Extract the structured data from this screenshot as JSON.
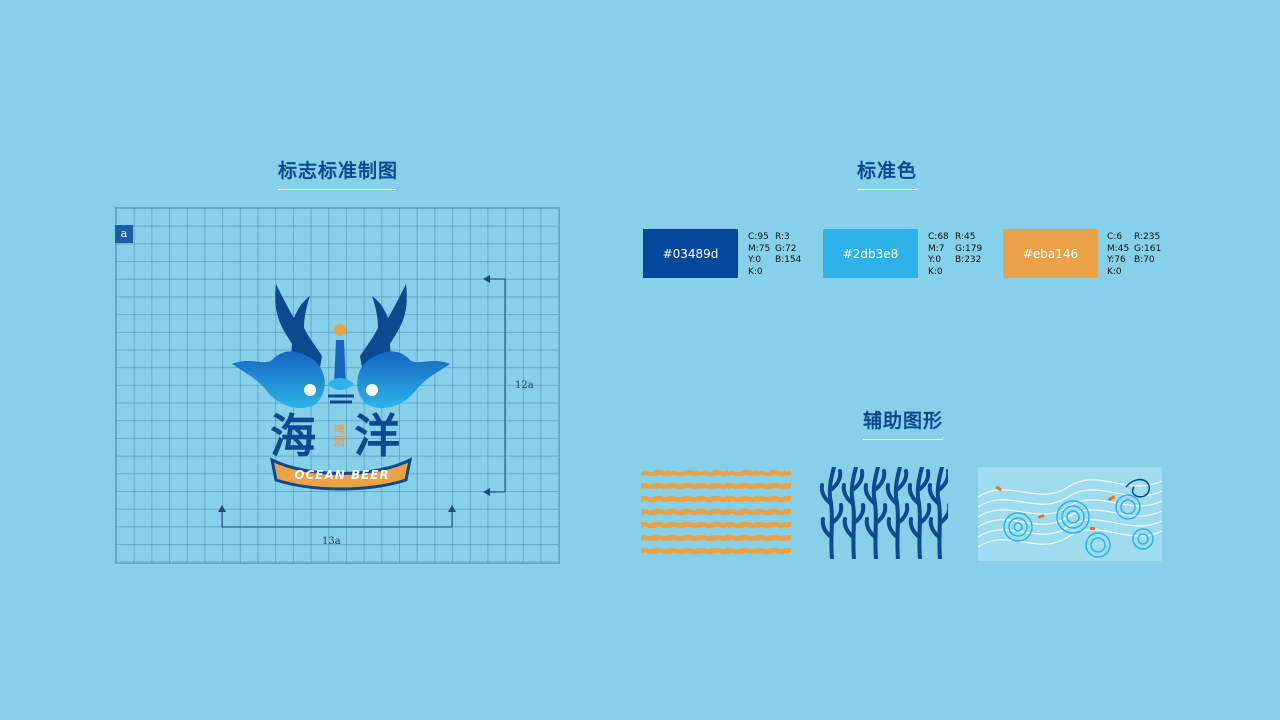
{
  "sections": {
    "logo_title": "标志标准制图",
    "color_title": "标准色",
    "aux_title": "辅助图形"
  },
  "grid": {
    "unit_label": "a",
    "width_label": "13a",
    "height_label": "12a"
  },
  "logo": {
    "name_left": "海",
    "name_right": "洋",
    "sub_text": "啤酒",
    "ribbon_text": "OCEAN BEER"
  },
  "colors": [
    {
      "hex_label": "#03489d",
      "color": "#03489d",
      "cmyk": [
        "C:95",
        "M:75",
        "Y:0",
        "K:0"
      ],
      "rgb": [
        "R:3",
        "G:72",
        "B:154"
      ]
    },
    {
      "hex_label": "#2db3e8",
      "color": "#2db3e8",
      "cmyk": [
        "C:68",
        "M:7",
        "Y:0",
        "K:0"
      ],
      "rgb": [
        "R:45",
        "G:179",
        "B:232"
      ]
    },
    {
      "hex_label": "#eba146",
      "color": "#eba146",
      "cmyk": [
        "C:6",
        "M:45",
        "Y:76",
        "K:0"
      ],
      "rgb": [
        "R:235",
        "G:161",
        "B:70"
      ]
    }
  ],
  "theme": {
    "background": "#86d0ea",
    "brand_dark": "#0b4a8f",
    "accent_orange": "#eba146"
  },
  "icons": [
    "antler-fish-logo",
    "wave-pattern",
    "seaweed-pattern",
    "ocean-swirl-pattern"
  ]
}
